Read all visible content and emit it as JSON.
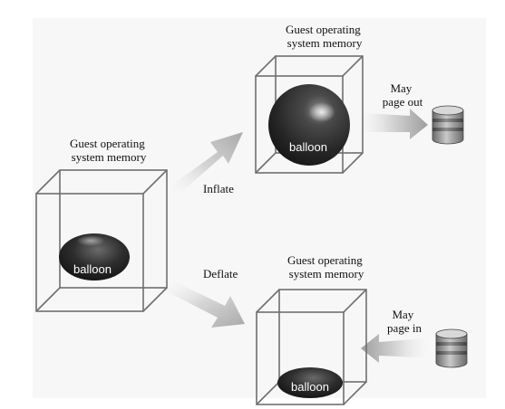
{
  "labels": {
    "left_memory": [
      "Guest operating",
      "system memory"
    ],
    "top_memory": [
      "Guest operating",
      "system memory"
    ],
    "bottom_memory": [
      "Guest operating",
      "system memory"
    ],
    "inflate": "Inflate",
    "deflate": "Deflate",
    "page_out": [
      "May",
      "page out"
    ],
    "page_in": [
      "May",
      "page in"
    ],
    "balloon_left": "balloon",
    "balloon_top": "balloon",
    "balloon_bottom": "balloon"
  },
  "colors": {
    "cube_edge": "#6f6f6f",
    "arrow": "#c8c8c8",
    "balloon_dark": "#2b2b2b",
    "disk": "#8a8a8a"
  },
  "icons": [
    "disk-icon",
    "disk-icon"
  ]
}
